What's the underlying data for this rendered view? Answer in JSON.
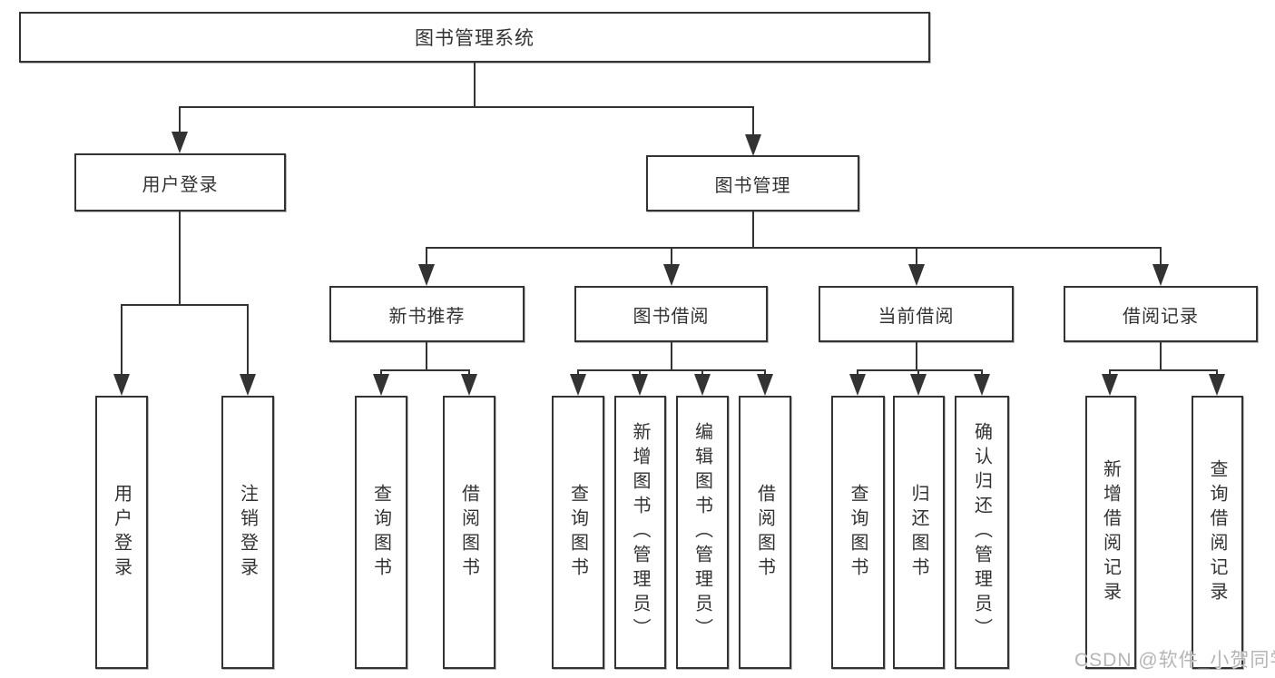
{
  "diagram": {
    "title_node": {
      "label": "图书管理系统"
    },
    "level2": [
      {
        "label": "用户登录"
      },
      {
        "label": "图书管理"
      }
    ],
    "level3": [
      {
        "label": "新书推荐"
      },
      {
        "label": "图书借阅"
      },
      {
        "label": "当前借阅"
      },
      {
        "label": "借阅记录"
      }
    ],
    "leaf_groups": [
      {
        "parent": "用户登录",
        "items": [
          {
            "label": "用户登录"
          },
          {
            "label": "注销登录"
          }
        ]
      },
      {
        "parent": "新书推荐",
        "items": [
          {
            "label": "查询图书"
          },
          {
            "label": "借阅图书"
          }
        ]
      },
      {
        "parent": "图书借阅",
        "items": [
          {
            "label": "查询图书"
          },
          {
            "label": "新增图书（管理员）"
          },
          {
            "label": "编辑图书（管理员）"
          },
          {
            "label": "借阅图书"
          }
        ]
      },
      {
        "parent": "当前借阅",
        "items": [
          {
            "label": "查询图书"
          },
          {
            "label": "归还图书"
          },
          {
            "label": "确认归还（管理员）"
          }
        ]
      },
      {
        "parent": "借阅记录",
        "items": [
          {
            "label": "新增借阅记录"
          },
          {
            "label": "查询借阅记录"
          }
        ]
      }
    ],
    "colors": {
      "line": "#333333",
      "box_border": "#333333",
      "box_background": "#ffffff",
      "text": "#333333",
      "watermark_text": "#b5b5b5"
    }
  },
  "watermark": {
    "text": "CSDN @软件_小贺同学"
  }
}
